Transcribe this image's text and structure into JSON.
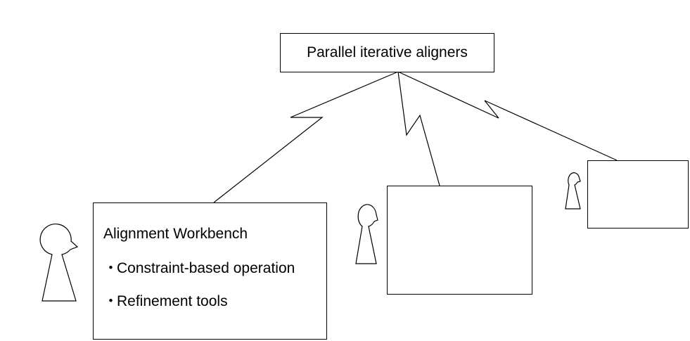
{
  "diagram": {
    "server": {
      "label": "Parallel iterative aligners"
    },
    "clients": [
      {
        "title": "Alignment Workbench",
        "bullet": "・",
        "features": [
          "Constraint-based operation",
          "Refinement tools"
        ]
      },
      {
        "title": "",
        "features": []
      },
      {
        "title": "",
        "features": []
      }
    ],
    "connection_style": "lightning",
    "colors": {
      "stroke": "#000000",
      "background": "#ffffff"
    }
  }
}
